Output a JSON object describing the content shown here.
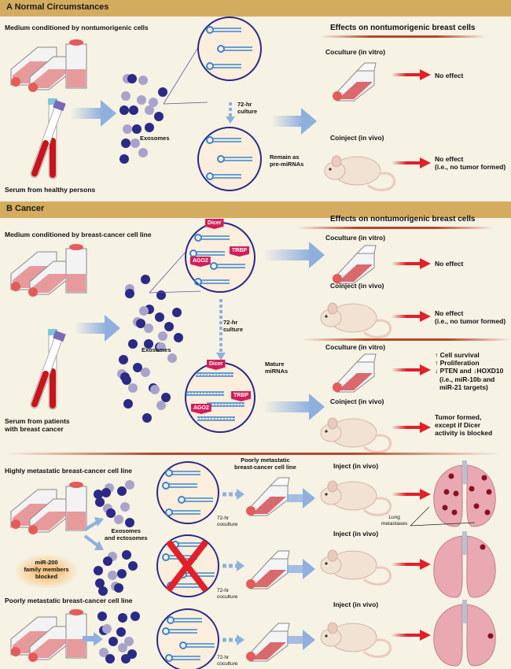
{
  "panel_a": {
    "band_label": "A  Normal Circumstances",
    "source_medium": "Medium conditioned by nontumorigenic cells",
    "source_serum": "Serum from healthy persons",
    "exosomes_label": "Exosomes",
    "culture_label_line1": "72-hr",
    "culture_label_line2": "culture",
    "result_label_line1": "Remain as",
    "result_label_line2": "pre-miRNAs",
    "effects_header": "Effects on nontumorigenic breast cells",
    "coculture_label": "Coculture (in vitro)",
    "coculture_effect": "No effect",
    "coinject_label": "Coinject (in vivo)",
    "coinject_effect_line1": "No effect",
    "coinject_effect_line2": "(i.e., no tumor formed)"
  },
  "panel_b": {
    "band_label": "B  Cancer",
    "source_medium": "Medium conditioned by breast-cancer cell line",
    "source_serum_line1": "Serum from patients",
    "source_serum_line2": "with breast cancer",
    "exosomes_label": "Exosomes",
    "culture_label_line1": "72-hr",
    "culture_label_line2": "culture",
    "mature_label_line1": "Mature",
    "mature_label_line2": "miRNAs",
    "proteins": [
      "Dicer",
      "TRBP",
      "AGO2"
    ],
    "effects_header": "Effects on nontumorigenic breast cells",
    "pre_coculture_label": "Coculture (in vitro)",
    "pre_coculture_effect": "No effect",
    "pre_coinject_label": "Coinject (in vivo)",
    "pre_coinject_effect_line1": "No effect",
    "pre_coinject_effect_line2": "(i.e., no tumor formed)",
    "mature_coculture_label": "Coculture (in vitro)",
    "mature_coculture_effects": [
      "↑ Cell survival",
      "↑ Proliferation",
      "↓ PTEN and ↓HOXD10",
      "(i.e., miR-10b and",
      "miR-21 targets)"
    ],
    "mature_coinject_label": "Coinject (in vivo)",
    "mature_coinject_effects": [
      "Tumor formed,",
      "except if Dicer",
      "activity is blocked"
    ]
  },
  "panel_c": {
    "high_source": "Highly metastatic breast-cancer cell line",
    "vesicles_line1": "Exosomes",
    "vesicles_line2": "and ectosomes",
    "blocked_line1": "miR-200",
    "blocked_line2": "family members",
    "blocked_line3": "blocked",
    "poor_target_line1": "Poorly metastatic",
    "poor_target_line2": "breast-cancer cell line",
    "coculture_line1": "72-hr",
    "coculture_line2": "coculture",
    "inject_label": "Inject (in vivo)",
    "metastases_line1": "Lung",
    "metastases_line2": "metastases",
    "poor_source": "Poorly metastatic breast-cancer cell line"
  },
  "colors": {
    "band": "#d4ac60",
    "background": "#f6f2e4",
    "exosome_dark": "#2b2a86",
    "exosome_light": "#a9a3cc",
    "arrow_blue": "#8fb0de",
    "arrow_red": "#e0202a",
    "protein_tag": "#d01f5a",
    "circle_border": "#2b2a86",
    "rna_blue": "#3a86d0"
  }
}
